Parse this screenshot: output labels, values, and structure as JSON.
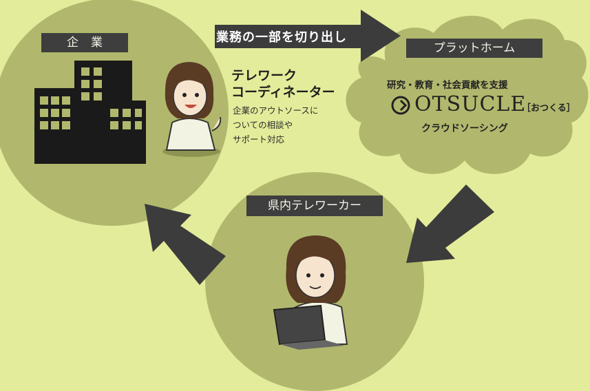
{
  "company": {
    "label": "企業"
  },
  "flow": {
    "arrow_label": "業務の一部を切り出し"
  },
  "coordinator": {
    "title_lines": [
      "テレワーク",
      "コーディネーター"
    ],
    "desc_lines": [
      "企業のアウトソースに",
      "ついての相談や",
      "サポート対応"
    ]
  },
  "platform": {
    "label": "プラットホーム",
    "tagline": "研究・教育・社会貢献を支援",
    "brand_name": "OTSUCLE",
    "brand_reading": "［おつくる］",
    "brand_sub": "クラウドソーシング"
  },
  "worker": {
    "label": "県内テレワーカー"
  },
  "colors": {
    "background": "#e3ec9a",
    "circle": "#b1b86d",
    "arrow": "#3c3c3c",
    "label_box": "#3e3e3e"
  }
}
